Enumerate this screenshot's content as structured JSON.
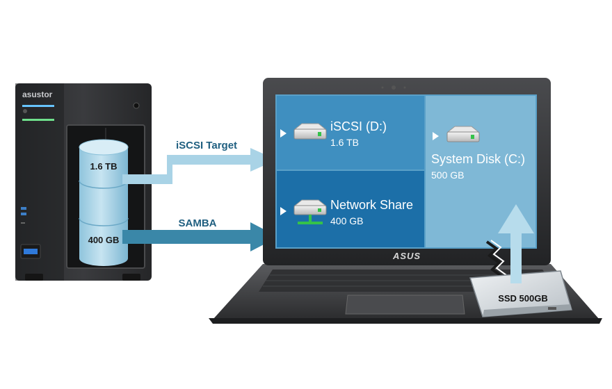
{
  "nas": {
    "brand": "asustor",
    "volumes": [
      {
        "label": "1.6 TB"
      },
      {
        "label": "400 GB"
      }
    ]
  },
  "connections": {
    "iscsi_label": "iSCSI Target",
    "samba_label": "SAMBA"
  },
  "laptop": {
    "brand": "ASUS",
    "drives": [
      {
        "name": "iSCSI (D:)",
        "size": "1.6 TB"
      },
      {
        "name": "Network Share",
        "size": "400 GB"
      },
      {
        "name": "System Disk (C:)",
        "size": "500 GB"
      }
    ]
  },
  "ssd": {
    "label": "SSD 500GB"
  },
  "colors": {
    "tile_iscsi": "#3f8fc0",
    "tile_network": "#1c6fa8",
    "tile_system": "#7fb8d6",
    "screen_bg": "#5aa0c8",
    "arrow_light": "#a9d3e6",
    "arrow_dark": "#3a87a8"
  }
}
